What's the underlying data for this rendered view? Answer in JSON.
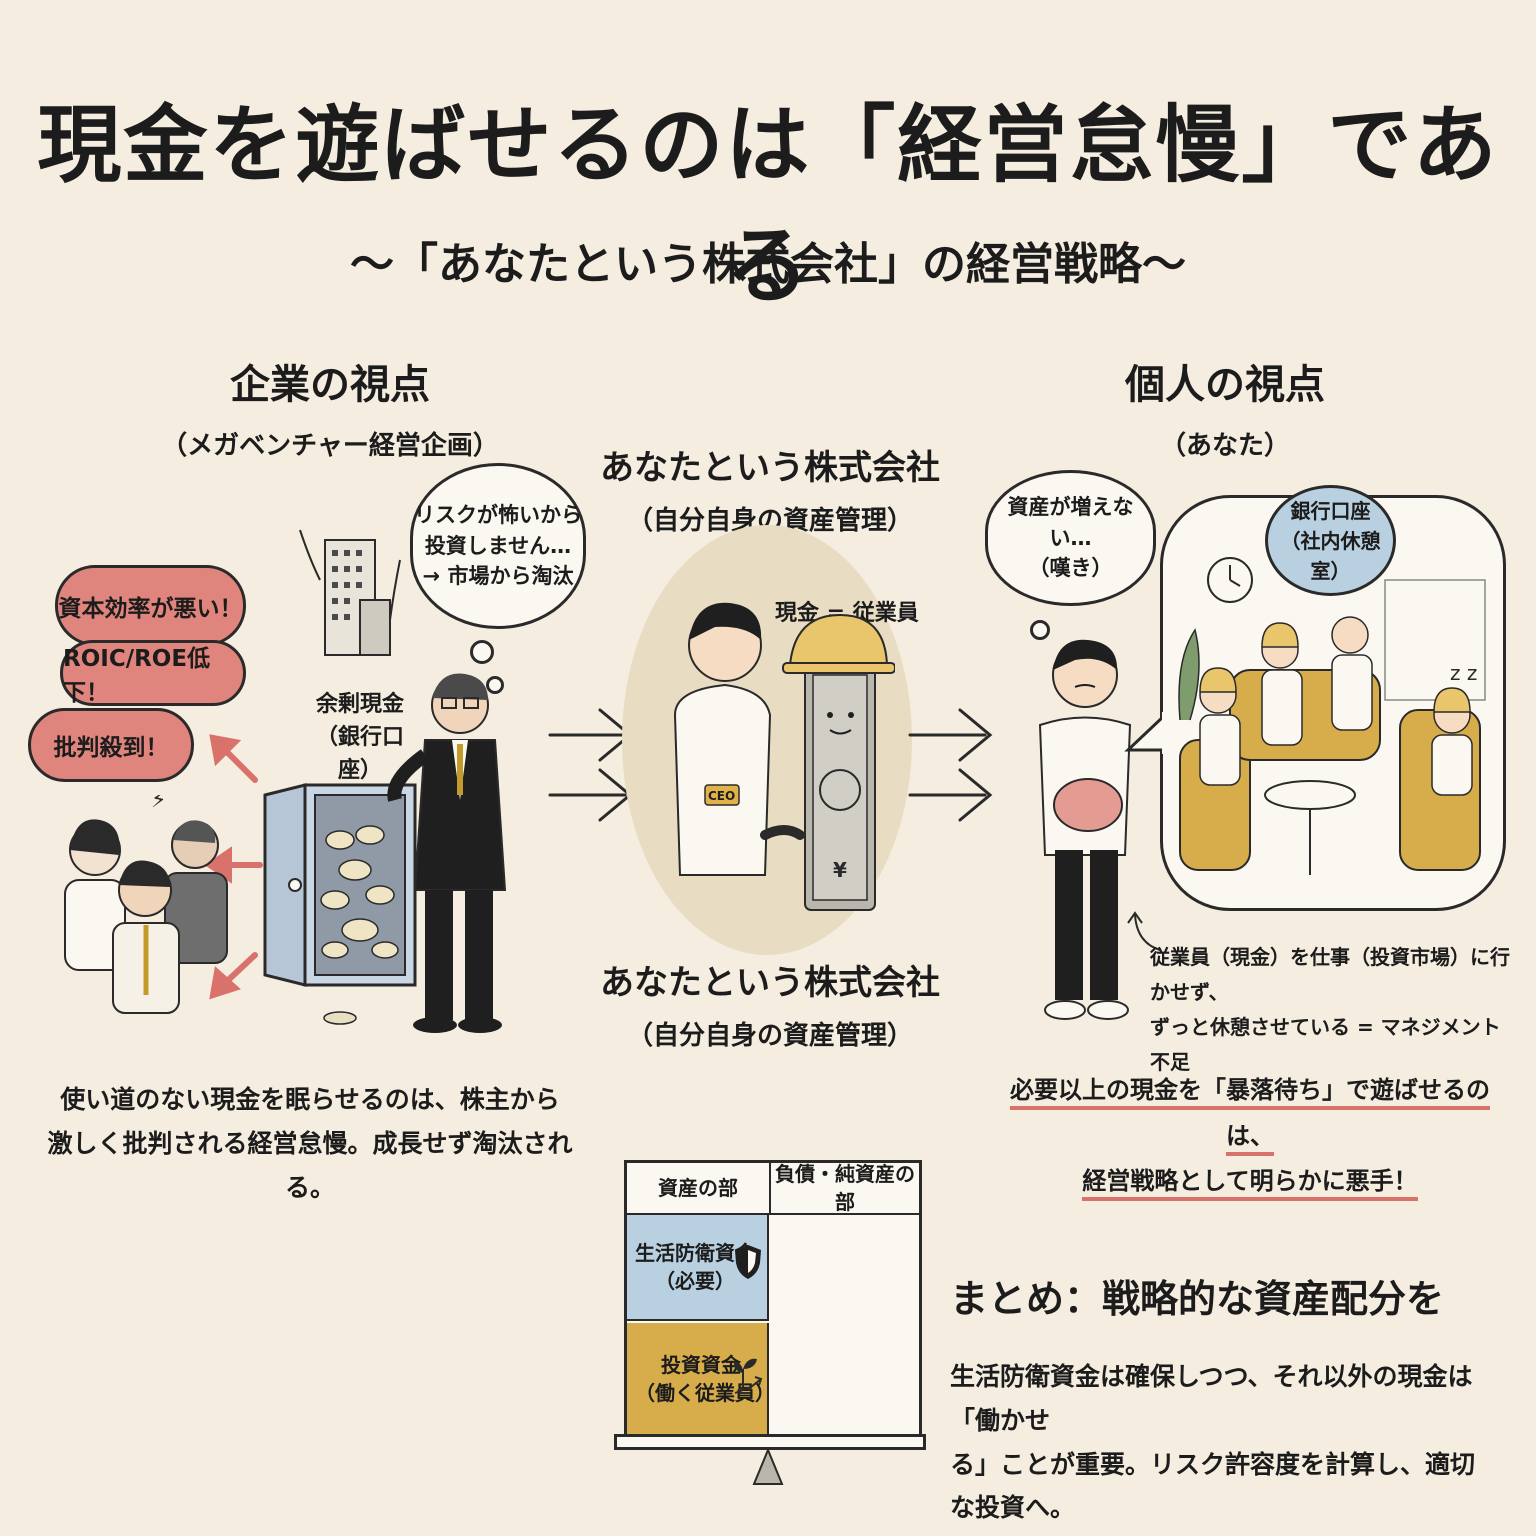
{
  "title": "現金を遊ばせるのは「経営怠慢」である",
  "subtitle": "〜「あなたという株式会社」の経営戦略〜",
  "left": {
    "heading": "企業の視点",
    "subheading": "（メガベンチャー経営企画）",
    "thought": [
      "リスクが怖いから",
      "投資しません…",
      "→ 市場から淘汰"
    ],
    "shouts": [
      "資本効率が悪い！",
      "ROIC/ROE低下！",
      "批判殺到！"
    ],
    "cash_label": [
      "余剰現金",
      "（銀行口座）"
    ],
    "caption": [
      "使い道のない現金を眠らせるのは、株主から",
      "激しく批判される経営怠慢。成長せず淘汰される。"
    ]
  },
  "center": {
    "heading": "あなたという株式会社",
    "subheading": "（自分自身の資産管理）",
    "equation": "現金 = 従業員",
    "ceo_badge": "CEO",
    "bill_mark": "¥",
    "heading2": "あなたという株式会社",
    "subheading2": "（自分自身の資産管理）"
  },
  "right": {
    "heading": "個人の視点",
    "subheading": "（あなた）",
    "thought": [
      "資産が増えない…",
      "（嘆き）"
    ],
    "bank_bubble": [
      "銀行口座",
      "（社内休憩室）"
    ],
    "zzz": "z z",
    "note": [
      "従業員（現金）を仕事（投資市場）に行かせず、",
      "ずっと休憩させている = マネジメント不足"
    ],
    "caption": [
      "必要以上の現金を「暴落待ち」で遊ばせるのは、",
      "経営戦略として明らかに悪手！"
    ]
  },
  "balance_sheet": {
    "col_assets": "資産の部",
    "col_liab": "負債・純資産の部",
    "row1": [
      "生活防衛資金",
      "（必要）"
    ],
    "row2": [
      "投資資金",
      "（働く従業員）"
    ]
  },
  "summary": {
    "heading": "まとめ：戦略的な資産配分を",
    "body": [
      "生活防衛資金は確保しつつ、それ以外の現金は「働かせ",
      "る」ことが重要。リスク許容度を計算し、適切な投資へ。"
    ]
  },
  "colors": {
    "background": "#f4ede0",
    "accent_red": "#e0857d",
    "accent_gold": "#d6ad4a",
    "accent_blue": "#b8d0e0",
    "underline": "#d9726a"
  }
}
